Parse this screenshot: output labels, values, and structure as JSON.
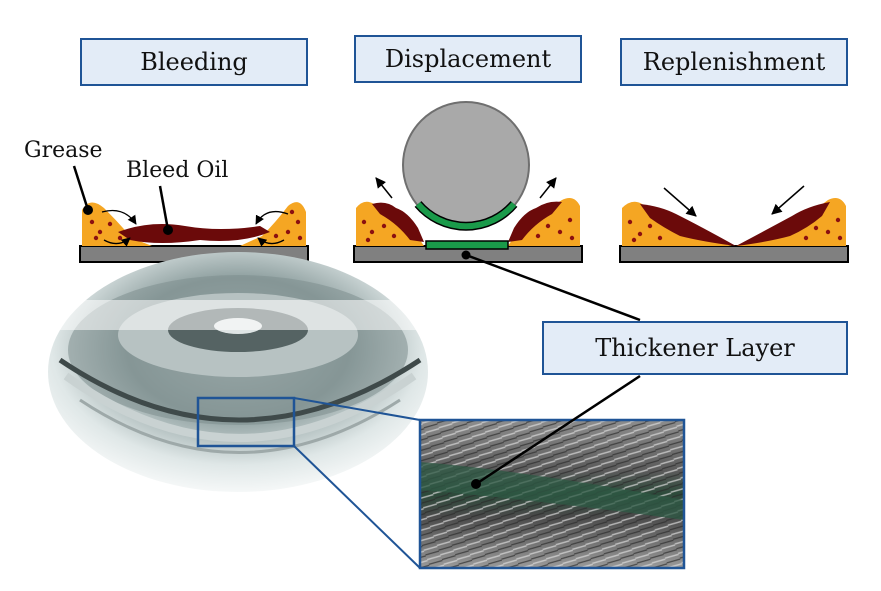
{
  "stages": {
    "bleeding": "Bleeding",
    "displacement": "Displacement",
    "replenishment": "Replenishment"
  },
  "labels": {
    "grease": "Grease",
    "bleed_oil": "Bleed Oil",
    "thickener_layer": "Thickener Layer"
  },
  "colors": {
    "grease": "#f5a623",
    "bleed_oil": "#6b0a0a",
    "thickener": "#1a9a4a",
    "substrate": "#808080",
    "box_fill": "#e3ecf7",
    "box_border": "#1f5496"
  }
}
